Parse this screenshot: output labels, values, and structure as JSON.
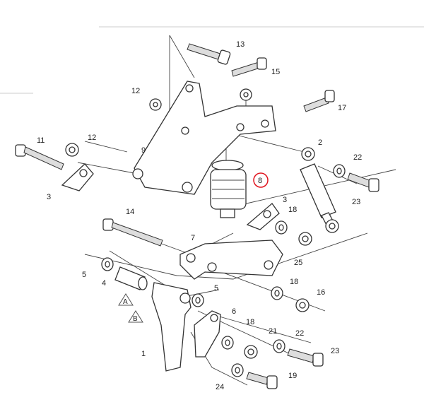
{
  "diagram": {
    "highlight_color": "#e0141e",
    "highlighted_part": "8",
    "callouts": [
      "13",
      "15",
      "12",
      "17",
      "11",
      "12",
      "9",
      "2",
      "22",
      "8",
      "3",
      "23",
      "3",
      "18",
      "14",
      "7",
      "25",
      "5",
      "4",
      "5",
      "18",
      "16",
      "6",
      "18",
      "21",
      "22",
      "1",
      "23",
      "24",
      "19"
    ],
    "reference_marks": [
      "A",
      "B"
    ]
  }
}
